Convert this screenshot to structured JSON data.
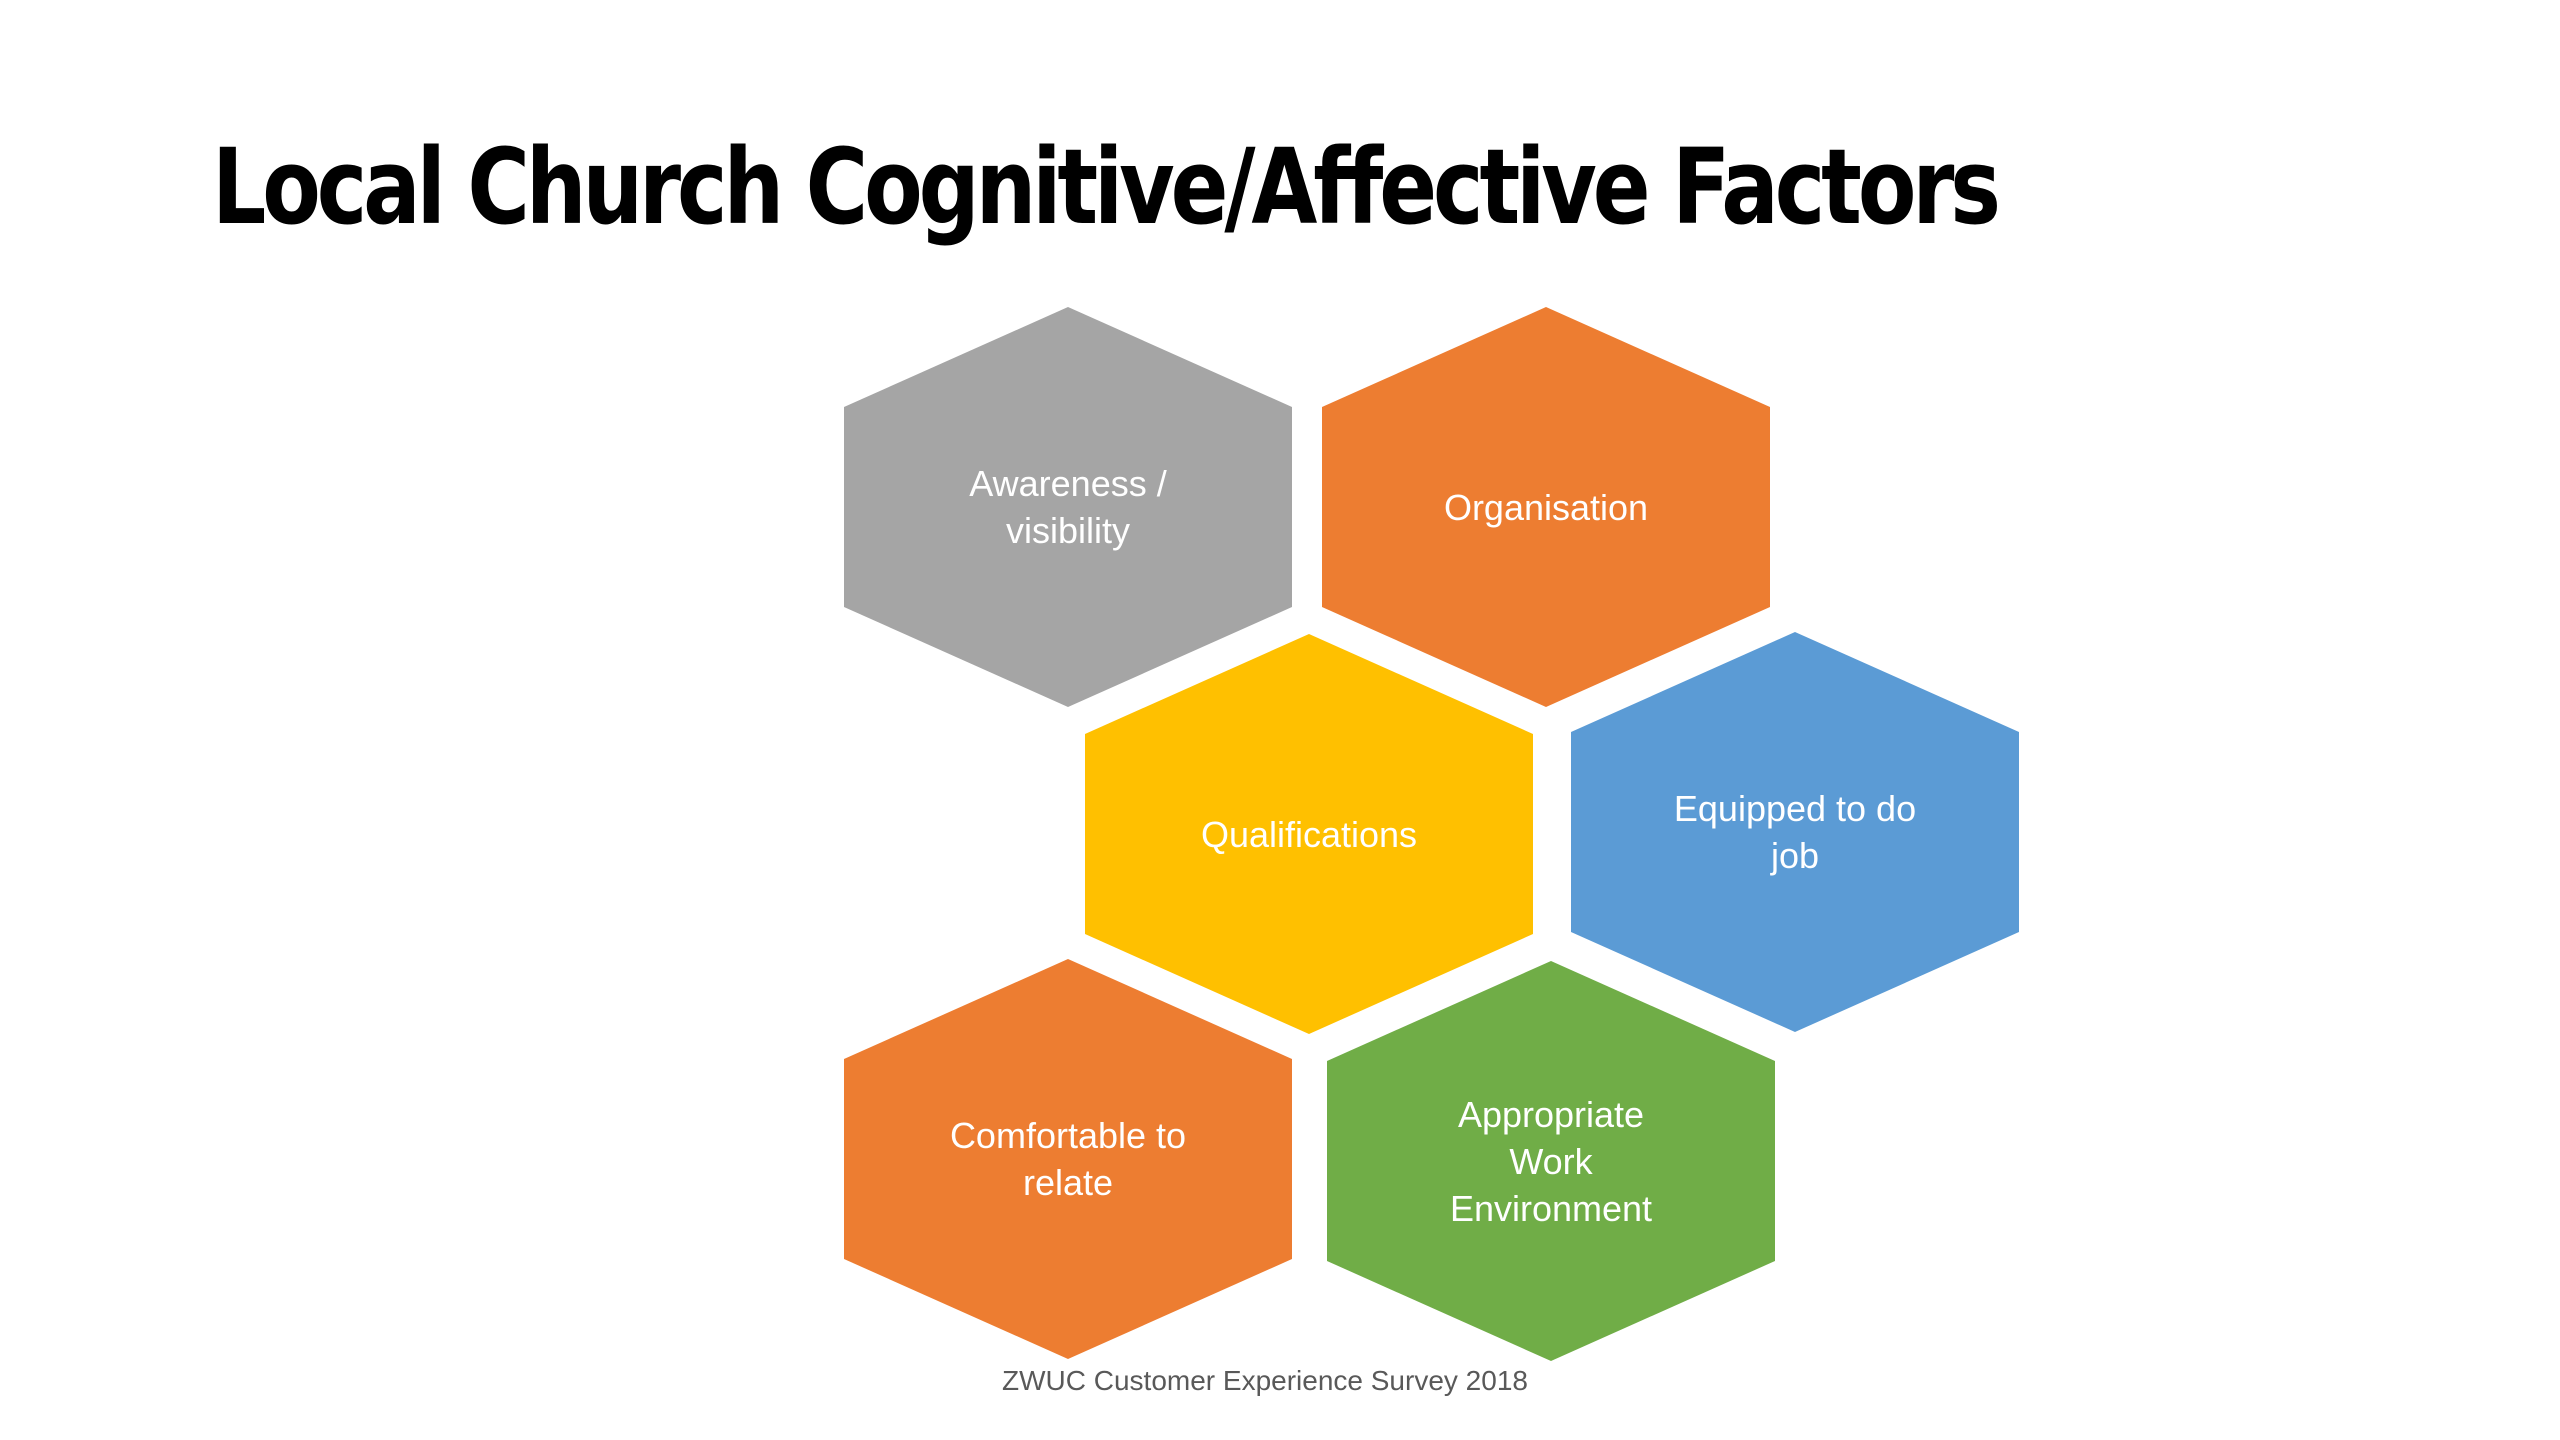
{
  "slide": {
    "title": "Local Church Cognitive/Affective Factors",
    "footer": "ZWUC Customer Experience Survey 2018"
  },
  "hexagons": [
    {
      "label": "Awareness /\nvisibility",
      "color": "#a5a5a5"
    },
    {
      "label": "Organisation",
      "color": "#ed7d31"
    },
    {
      "label": "Qualifications",
      "color": "#ffc000"
    },
    {
      "label": "Equipped to do\njob",
      "color": "#5b9bd5"
    },
    {
      "label": "Comfortable to\nrelate",
      "color": "#ed7d31"
    },
    {
      "label": "Appropriate\nWork\nEnvironment",
      "color": "#70ad47"
    }
  ]
}
